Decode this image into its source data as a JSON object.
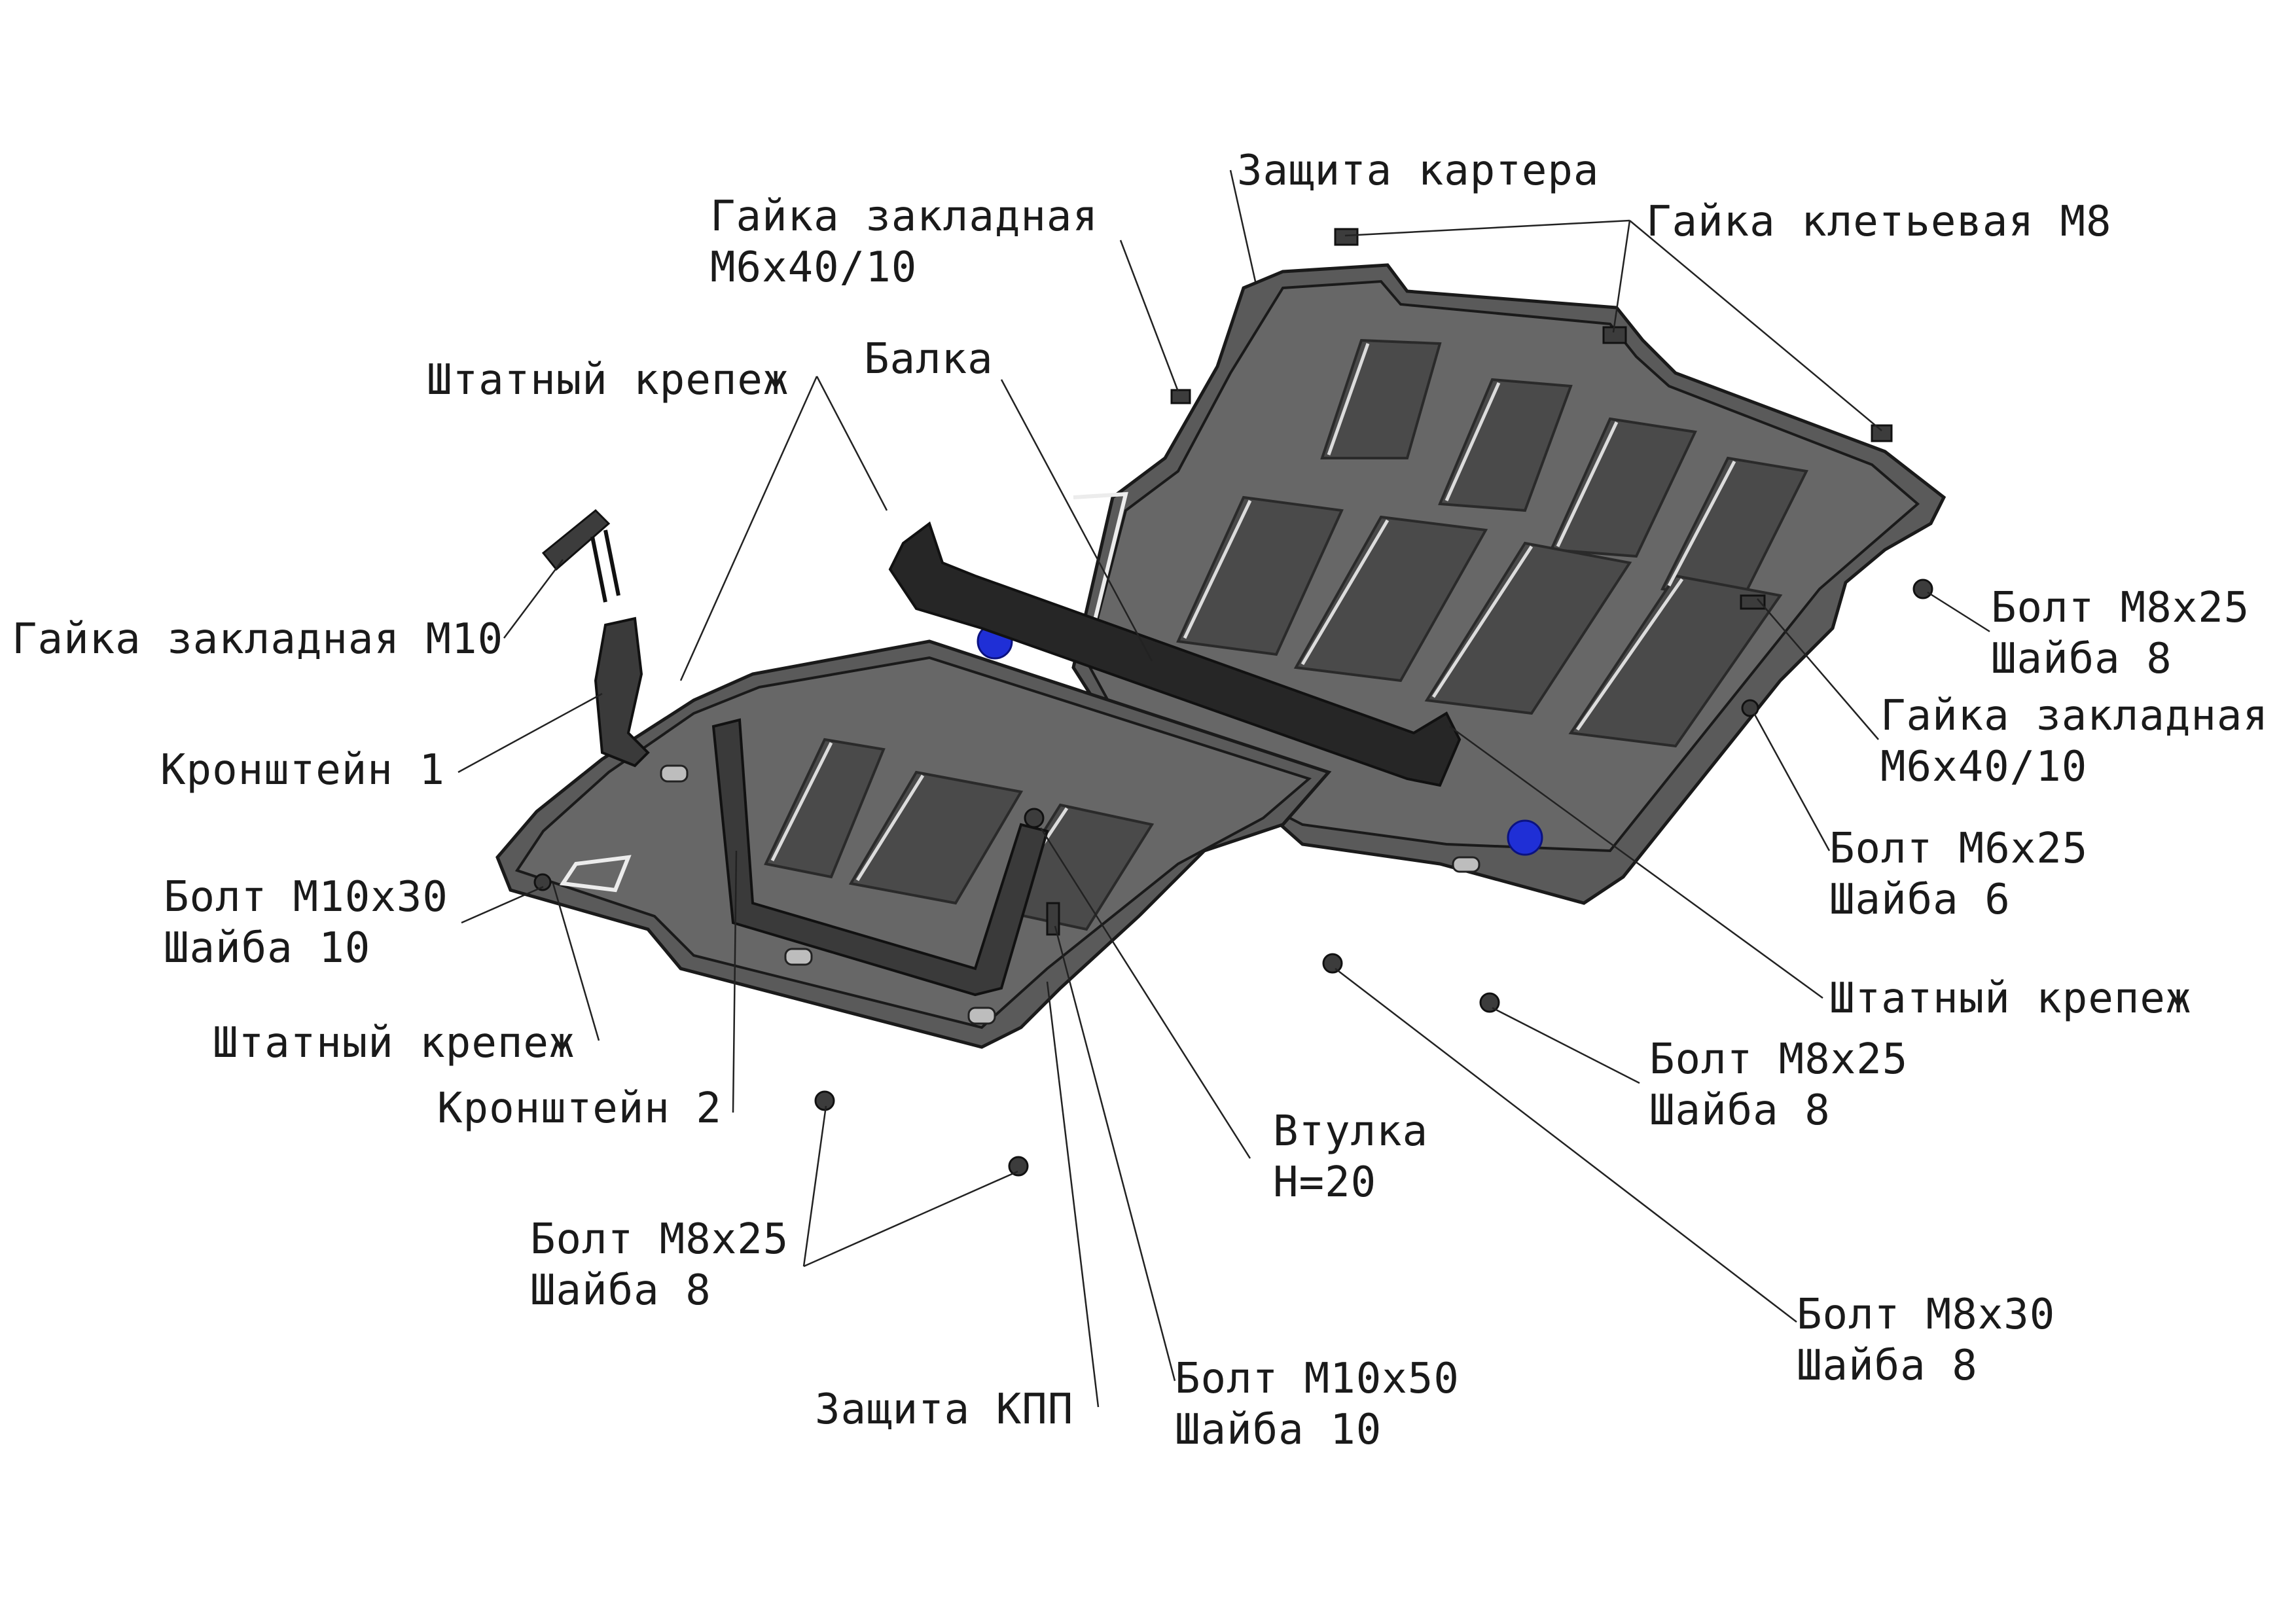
{
  "labels": {
    "crankcase_guard": "Защита картера",
    "embedded_nut_top": [
      "Гайка закладная",
      "М6х40/10"
    ],
    "cage_nut": "Гайка клетьевая М8",
    "std_fastener_top": "Штатный крепеж",
    "beam": "Балка",
    "embedded_nut_m10": "Гайка закладная М10",
    "bracket_1": "Кронштейн 1",
    "bolt_m10x30": [
      "Болт М10х30",
      "Шайба 10"
    ],
    "std_fastener_left": "Штатный крепеж",
    "bracket_2": "Кронштейн 2",
    "bolt_m8x25_right": [
      "Болт М8х25",
      "Шайба 8"
    ],
    "embedded_nut_right": [
      "Гайка закладная",
      "М6х40/10"
    ],
    "bolt_m6x25": [
      "Болт М6х25",
      "Шайба 6"
    ],
    "std_fastener_right": "Штатный крепеж",
    "bolt_m8x25_mid": [
      "Болт М8х25",
      "Шайба 8"
    ],
    "sleeve": [
      "Втулка",
      "Н=20"
    ],
    "bolt_m8x25_bottom": [
      "Болт М8х25",
      "Шайба 8"
    ],
    "bolt_m8x30": [
      "Болт М8х30",
      "Шайба 8"
    ],
    "gearbox_guard": "Защита КПП",
    "bolt_m10x50": [
      "Болт М10х50",
      "Шайба 10"
    ]
  },
  "colors": {
    "plate": "#5a5a5a",
    "beam": "#262626",
    "plug": "#1f2fd6",
    "text": "#1a1a1a"
  }
}
